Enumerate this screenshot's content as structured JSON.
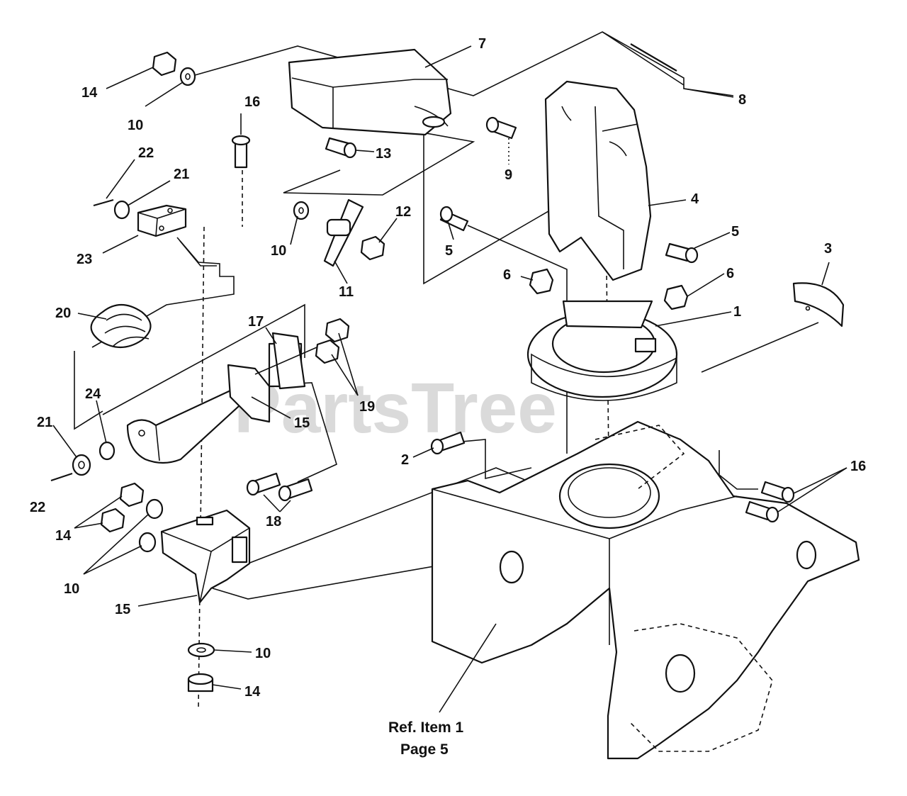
{
  "watermark": "PartsTree",
  "callouts": {
    "c1": "1",
    "c2": "2",
    "c3": "3",
    "c4": "4",
    "c5a": "5",
    "c5b": "5",
    "c6a": "6",
    "c6b": "6",
    "c7": "7",
    "c8": "8",
    "c9": "9",
    "c10a": "10",
    "c10b": "10",
    "c10c": "10",
    "c10d": "10",
    "c11": "11",
    "c12": "12",
    "c13": "13",
    "c14a": "14",
    "c14b": "14",
    "c14c": "14",
    "c15a": "15",
    "c15b": "15",
    "c16a": "16",
    "c16b": "16",
    "c17": "17",
    "c18": "18",
    "c19": "19",
    "c20": "20",
    "c21a": "21",
    "c21b": "21",
    "c22a": "22",
    "c22b": "22",
    "c23": "23",
    "c24": "24"
  },
  "reference": {
    "line1": "Ref. Item 1",
    "line2": "Page 5"
  }
}
